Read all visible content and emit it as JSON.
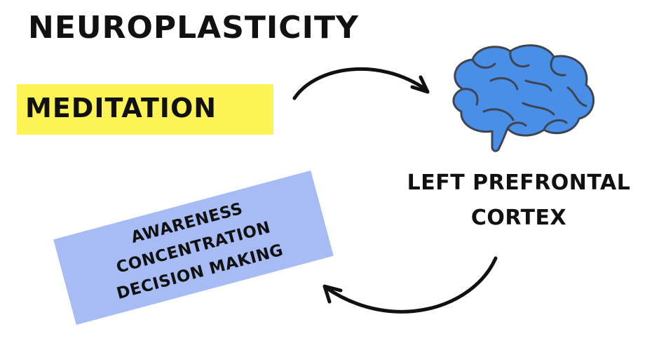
{
  "title": "NEUROPLASTICITY",
  "highlight": {
    "text": "MEDITATION",
    "color": "#fcf455"
  },
  "brain": {
    "label_line1": "LEFT PREFRONTAL",
    "label_line2": "CORTEX",
    "fill_color": "#4a8fe7",
    "outline_color": "#3e4450"
  },
  "outcomes": {
    "box_color": "#a7bcf5",
    "items": [
      "AWARENESS",
      "CONCENTRATION",
      "DECISION MAKING"
    ]
  }
}
